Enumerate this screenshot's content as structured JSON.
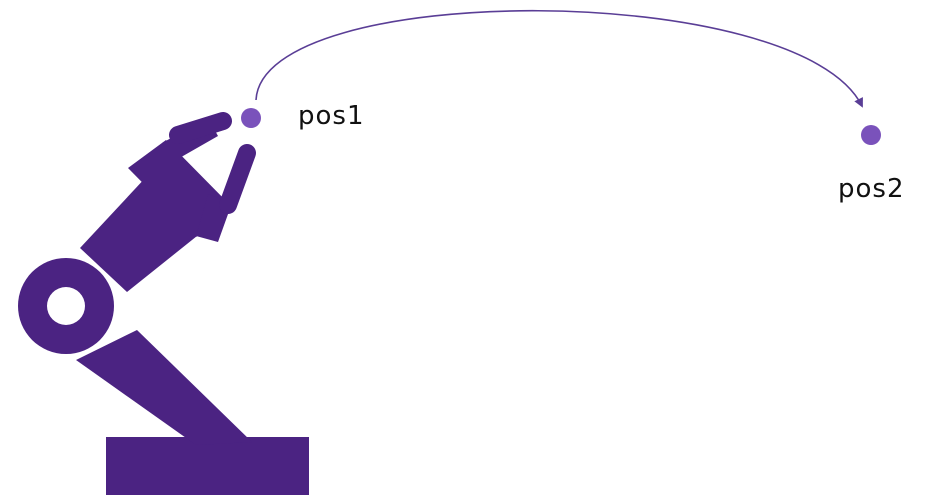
{
  "colors": {
    "robot": "#4B2382",
    "trajectory": "#5A3E96",
    "waypoint": "#7A52BB",
    "text": "#111111",
    "background": "#FFFFFF"
  },
  "icons": {
    "robot": "robot-arm-icon"
  },
  "waypoints": [
    {
      "label": "pos1"
    },
    {
      "label": "pos2"
    }
  ],
  "path": {
    "from": "pos1",
    "to": "pos2",
    "arrowhead": "end"
  }
}
